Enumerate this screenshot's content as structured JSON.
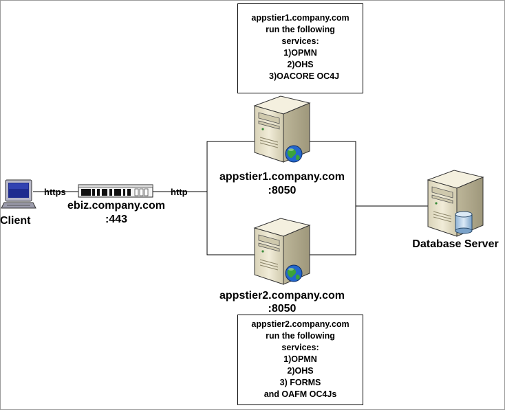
{
  "client": {
    "label": "Client"
  },
  "links": {
    "https_label": "https",
    "http_label": "http"
  },
  "load_balancer": {
    "hostname": "ebiz.company.com",
    "port": ":443"
  },
  "appstier1": {
    "hostname": "appstier1.company.com",
    "port": ":8050",
    "note": {
      "line1": "appstier1.company.com",
      "line2": "run the following",
      "line3": "services:",
      "line4": "1)OPMN",
      "line5": "2)OHS",
      "line6": "3)OACORE OC4J"
    }
  },
  "appstier2": {
    "hostname": "appstier2.company.com",
    "port": ":8050",
    "note": {
      "line1": "appstier2.company.com",
      "line2": "run the following",
      "line3": "services:",
      "line4": "1)OPMN",
      "line5": "2)OHS",
      "line6": "3) FORMS",
      "line7": "and OAFM OC4Js"
    }
  },
  "database": {
    "label": "Database Server"
  },
  "colors": {
    "server_body": "#e8e3cc",
    "globe_blue": "#2266cc",
    "globe_green": "#3aa33a",
    "cylinder": "#b9d3e8"
  }
}
